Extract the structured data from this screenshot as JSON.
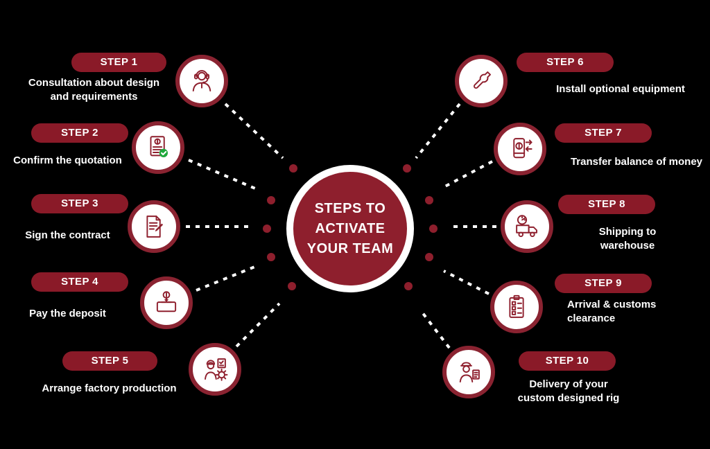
{
  "title": "Steps to activate your team",
  "colors": {
    "background": "#000000",
    "maroon": "#8E1F2D",
    "pill": "#8A1A28",
    "text": "#FFFFFF",
    "check_green": "#1FA83C"
  },
  "center": {
    "title_lines": [
      "STEPS TO",
      "ACTIVATE",
      "YOUR TEAM"
    ]
  },
  "steps": [
    {
      "label": "STEP 1",
      "description": "Consultation about design and requirements",
      "icon": "support-agent-icon"
    },
    {
      "label": "STEP 2",
      "description": "Confirm the quotation",
      "icon": "quotation-check-icon"
    },
    {
      "label": "STEP 3",
      "description": "Sign the contract",
      "icon": "contract-sign-icon"
    },
    {
      "label": "STEP 4",
      "description": "Pay the deposit",
      "icon": "deposit-payment-icon"
    },
    {
      "label": "STEP 5",
      "description": "Arrange factory production",
      "icon": "factory-production-icon"
    },
    {
      "label": "STEP 6",
      "description": "Install optional equipment",
      "icon": "install-equipment-icon"
    },
    {
      "label": "STEP 7",
      "description": "Transfer balance of money",
      "icon": "money-transfer-icon"
    },
    {
      "label": "STEP 8",
      "description": "Shipping to warehouse",
      "icon": "shipping-truck-icon"
    },
    {
      "label": "STEP 9",
      "description": "Arrival & customs clearance",
      "icon": "customs-checklist-icon"
    },
    {
      "label": "STEP 10",
      "description": "Delivery of your custom designed rig",
      "icon": "delivery-officer-icon"
    }
  ]
}
